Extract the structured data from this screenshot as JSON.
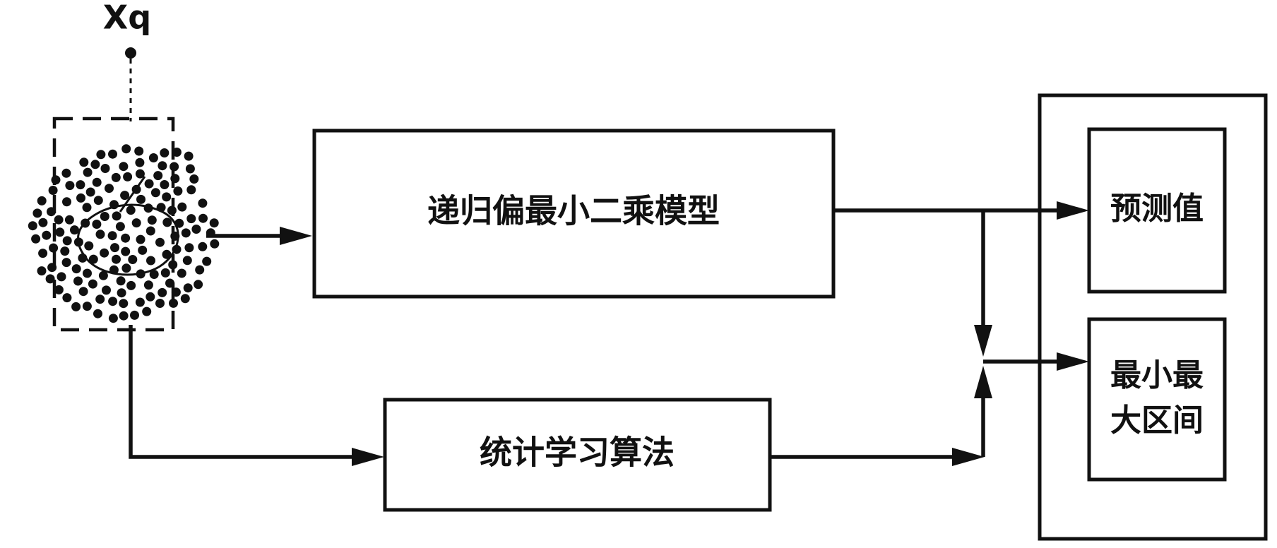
{
  "diagram": {
    "query_label": "Xq",
    "rpls_model_label": "递归偏最小二乘模型",
    "stat_learning_label": "统计学习算法",
    "predicted_value_label": "预测值",
    "interval_line1": "最小最",
    "interval_line2": "大区间",
    "colors": {
      "stroke": "#111111",
      "background": "#ffffff"
    }
  }
}
